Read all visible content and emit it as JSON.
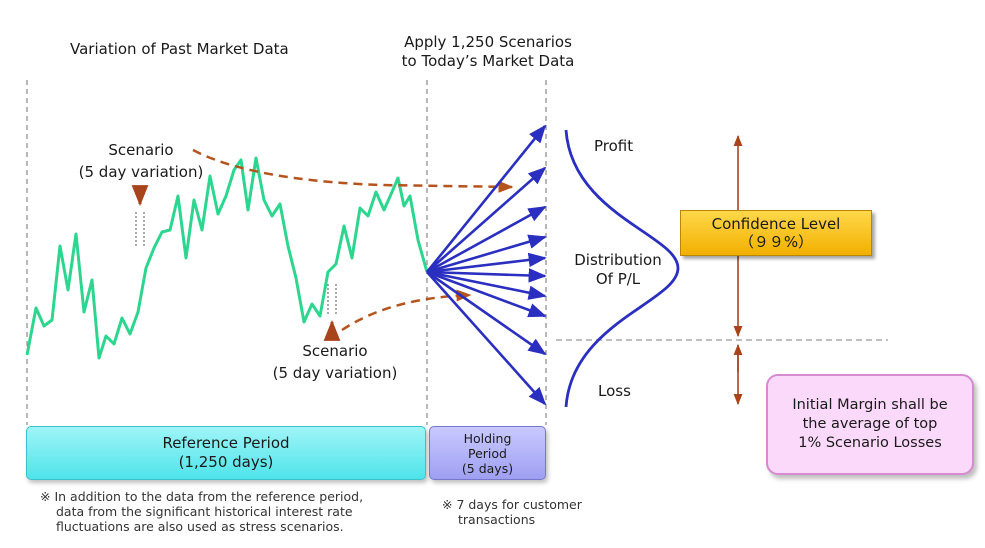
{
  "header": {
    "left_title": "Variation of Past Market Data",
    "right_title_line1": "Apply 1,250 Scenarios",
    "right_title_line2": "to Today’s Market Data"
  },
  "scenarios": {
    "upper_label_line1": "Scenario",
    "upper_label_line2": "(5 day variation)",
    "lower_label_line1": "Scenario",
    "lower_label_line2": "(5 day variation)"
  },
  "distribution": {
    "profit_label": "Profit",
    "label_line1": "Distribution",
    "label_line2": "Of P/L",
    "loss_label": "Loss"
  },
  "confidence": {
    "line1": "Confidence Level",
    "line2": "（９９%）"
  },
  "initial_margin": {
    "line1": "Initial Margin shall be",
    "line2": "the average of top",
    "line3": "1% Scenario Losses"
  },
  "periods": {
    "reference_line1": "Reference Period",
    "reference_line2": "(1,250 days)",
    "holding_line1": "Holding",
    "holding_line2": "Period",
    "holding_line3": "(5 days)"
  },
  "notes": {
    "reference_line1": "※ In addition to the data from the reference period,",
    "reference_line2": "data from the significant historical interest rate",
    "reference_line3": "fluctuations are also used as stress scenarios.",
    "holding_line1": "※ 7 days for customer",
    "holding_line2": "transactions"
  },
  "colors": {
    "market_line": "#2dd68f",
    "scenario_arrows": "#2b2fc0",
    "dashed_curve": "#b5541c",
    "brown_arrow": "#a8431b",
    "guide": "#888888"
  }
}
